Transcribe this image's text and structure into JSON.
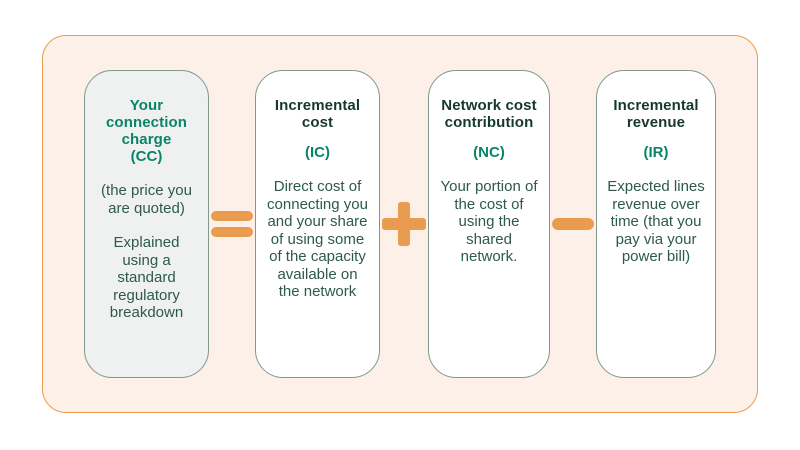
{
  "diagram": {
    "cards": [
      {
        "id": "connection-charge",
        "title": "Your connection charge",
        "abbr": "(CC)",
        "body1": "(the price you are quoted)",
        "body2": "Explained using a standard regulatory breakdown"
      },
      {
        "id": "incremental-cost",
        "title": "Incremental cost",
        "abbr": "(IC)",
        "body1": "Direct cost of connecting you and your share of using some of the capacity available on the network",
        "body2": ""
      },
      {
        "id": "network-cost-contribution",
        "title": "Network cost contribution",
        "abbr": "(NC)",
        "body1": "Your portion of the cost of using the shared network.",
        "body2": ""
      },
      {
        "id": "incremental-revenue",
        "title": "Incremental revenue",
        "abbr": "(IR)",
        "body1": "Expected lines revenue over time (that you pay via your power bill)",
        "body2": ""
      }
    ],
    "operators": [
      {
        "name": "equals",
        "symbol": "="
      },
      {
        "name": "plus",
        "symbol": "+"
      },
      {
        "name": "minus",
        "symbol": "−"
      }
    ],
    "colors": {
      "accent_orange": "#EA9C4E",
      "teal": "#0A8468",
      "heading_green": "#16392E",
      "body_green": "#2D5A4B",
      "panel_bg": "#FCF0E9",
      "panel_border": "#E99C4F",
      "card_border": "#80998C",
      "highlight_card_bg": "#EFF1F0",
      "card_bg": "#FFFFFF"
    }
  }
}
